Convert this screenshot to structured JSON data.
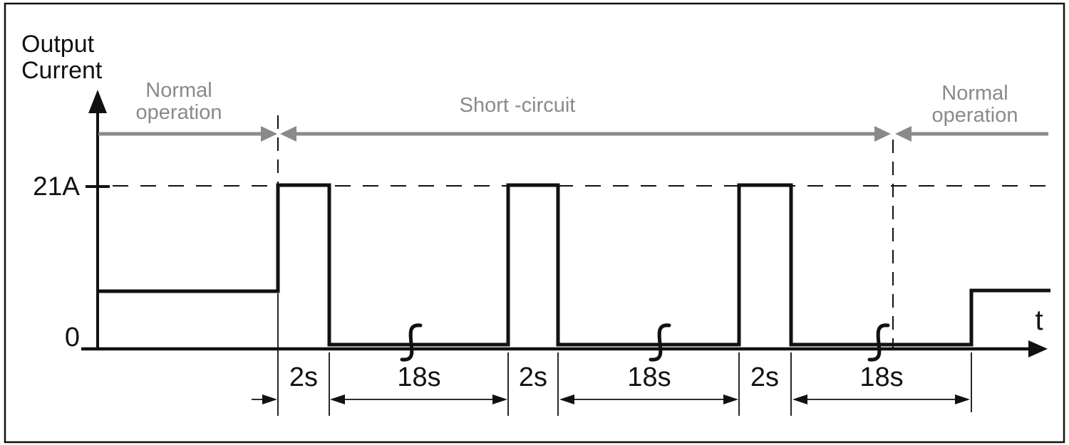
{
  "colors": {
    "ink": "#111111",
    "gray": "#8a8a8a",
    "background": "#ffffff"
  },
  "y_axis": {
    "title_line1": "Output",
    "title_line2": "Current",
    "tick_peak": "21A",
    "tick_zero": "0"
  },
  "x_axis": {
    "label": "t"
  },
  "phases": {
    "normal_left": {
      "line1": "Normal",
      "line2": "operation"
    },
    "short_circuit": {
      "label": "Short -circuit"
    },
    "normal_right": {
      "line1": "Normal",
      "line2": "operation"
    }
  },
  "durations": [
    "2s",
    "18s",
    "2s",
    "18s",
    "2s",
    "18s"
  ],
  "chart_data": {
    "type": "line",
    "subtype": "step-timing-waveform",
    "title": "Output Current vs time",
    "ylabel": "Output Current",
    "xlabel": "t",
    "y_ticks": [
      "0",
      "21A"
    ],
    "peak_current": "21A",
    "pulse_on_duration": "2s",
    "pulse_off_duration": "18s",
    "pulses_shown": 3,
    "time_axis_breaks_shown": 3,
    "sequence": [
      {
        "phase": "Normal operation",
        "current": "nominal level (unlabeled, between 0 and 21A)"
      },
      {
        "phase": "Short -circuit",
        "pattern": [
          {
            "current": "21A",
            "duration": "2s"
          },
          {
            "current": "0",
            "duration": "18s"
          }
        ],
        "repeats_shown": 3
      },
      {
        "phase": "Normal operation",
        "current": "returns to nominal level"
      }
    ]
  }
}
